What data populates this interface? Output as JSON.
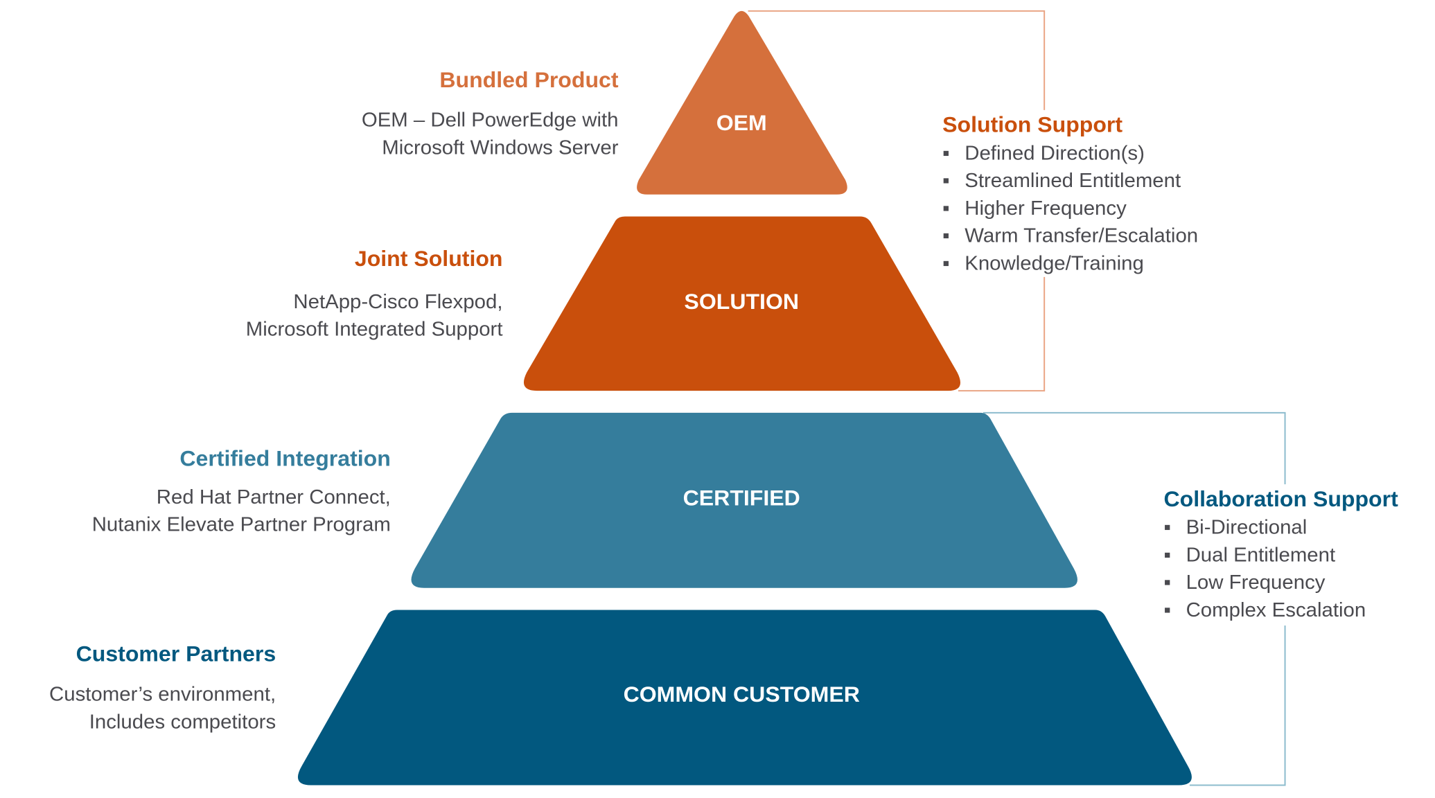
{
  "tiers": [
    {
      "label": "OEM",
      "color": "#d5703c"
    },
    {
      "label": "SOLUTION",
      "color": "#c94f0c"
    },
    {
      "label": "CERTIFIED",
      "color": "#357d9c"
    },
    {
      "label": "COMMON CUSTOMER",
      "color": "#02587f"
    }
  ],
  "left_labels": [
    {
      "title": "Bundled Product",
      "lines": [
        "OEM – Dell PowerEdge with",
        "Microsoft Windows Server"
      ],
      "color": "#d5703c"
    },
    {
      "title": "Joint Solution",
      "lines": [
        "NetApp-Cisco Flexpod,",
        "Microsoft Integrated Support"
      ],
      "color": "#c94f0c"
    },
    {
      "title": "Certified Integration",
      "lines": [
        "Red Hat Partner Connect,",
        "Nutanix Elevate Partner Program"
      ],
      "color": "#357d9c"
    },
    {
      "title": "Customer Partners",
      "lines": [
        "Customer’s environment,",
        "Includes competitors"
      ],
      "color": "#02587f"
    }
  ],
  "solution_support": {
    "title": "Solution Support",
    "color": "#c94f0c",
    "bracket_color": "#eaa585",
    "items": [
      "Defined Direction(s)",
      "Streamlined Entitlement",
      "Higher Frequency",
      "Warm Transfer/Escalation",
      "Knowledge/Training"
    ]
  },
  "collaboration_support": {
    "title": "Collaboration Support",
    "color": "#02587f",
    "bracket_color": "#8dbccd",
    "items": [
      "Bi-Directional",
      "Dual Entitlement",
      "Low Frequency",
      "Complex Escalation"
    ]
  },
  "bullet_glyph": "▪"
}
